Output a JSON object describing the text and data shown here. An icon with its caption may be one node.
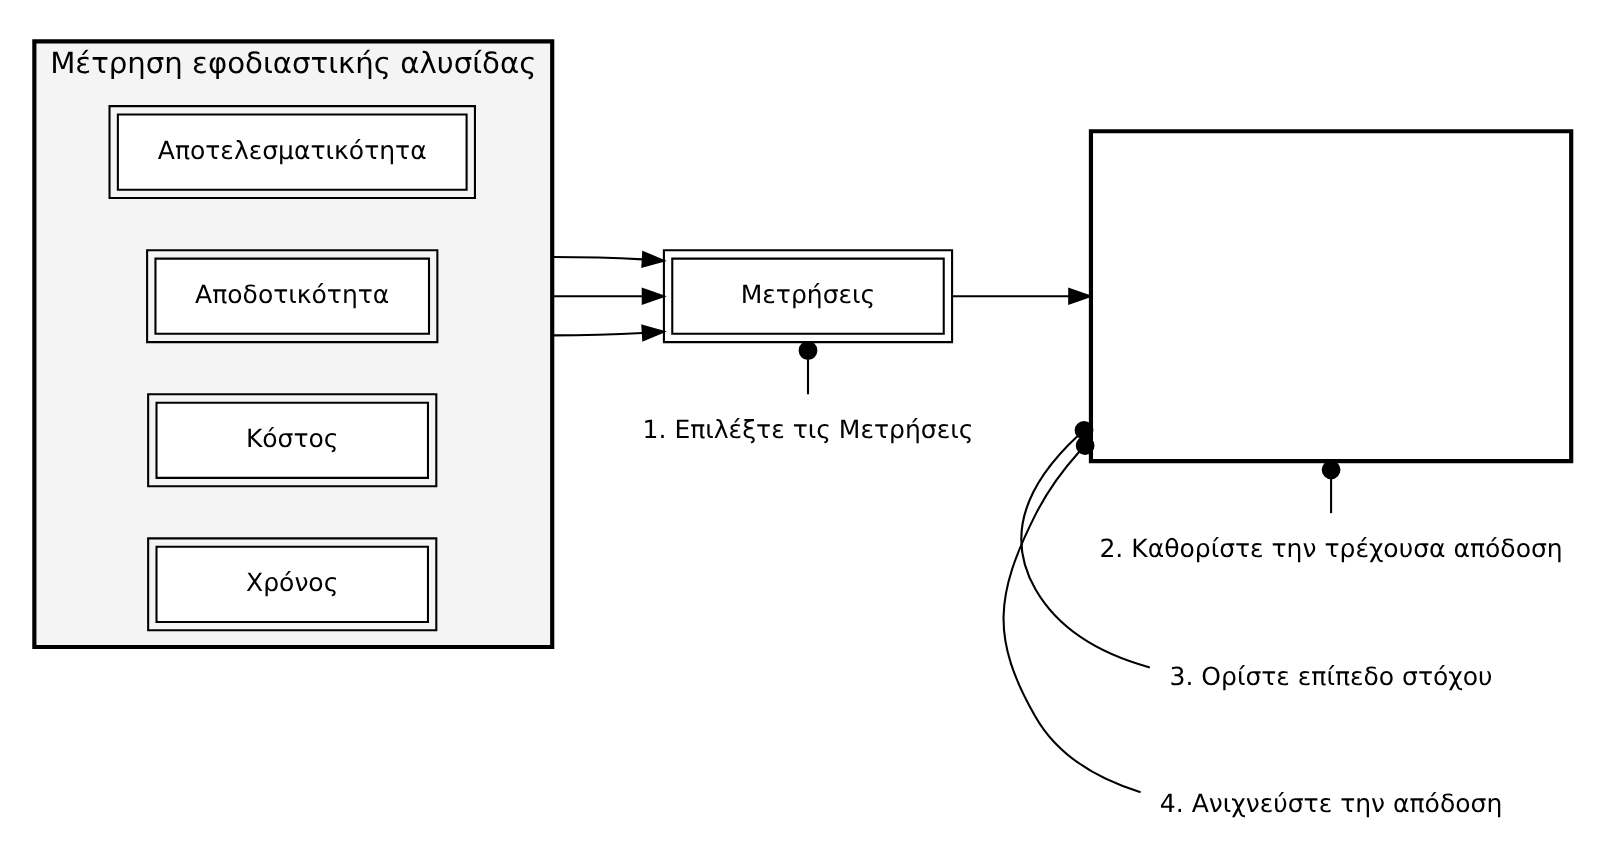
{
  "diagram": {
    "nodes": [
      {
        "text": [
          "Μέτρηση εφοδιαστικής αλυσίδας"
        ]
      },
      {
        "text": [
          "Χρόνος"
        ],
        "in": 0
      },
      {
        "text": [
          "Κόστος"
        ],
        "in": 0
      },
      {
        "text": [
          "Αποδοτικότητα"
        ],
        "in": 0
      },
      {
        "text": [
          "Αποτελεσματικότητα"
        ],
        "in": 0
      },
      {
        "text": [
          "Μετρήσεις"
        ]
      },
      {
        "text": [],
        "shape": "chart"
      },
      {
        "text": [
          "1. Επιλέξτε τις Μετρήσεις"
        ]
      },
      {
        "text": [
          "2. Καθορίστε την τρέχουσα απόδοση"
        ]
      },
      {
        "text": [
          "3. Ορίστε επίπεδο στόχου"
        ]
      },
      {
        "text": [
          "4. Ανιχνεύστε την απόδοση"
        ]
      }
    ],
    "edges": [
      {
        "from": 0,
        "to": 5,
        "arrow": "to"
      },
      {
        "from": 0,
        "to": 5,
        "arrow": "to"
      },
      {
        "from": 0,
        "to": 5,
        "arrow": "to"
      },
      {
        "from": 5,
        "to": 6,
        "arrow": "to"
      },
      {
        "from": 7,
        "to": 5,
        "arrow": "other"
      },
      {
        "from": 8,
        "to": 6,
        "arrow": "other"
      },
      {
        "from": 9,
        "to": 6,
        "arrow": "other"
      },
      {
        "from": 10,
        "to": 6,
        "arrow": "other"
      }
    ]
  }
}
